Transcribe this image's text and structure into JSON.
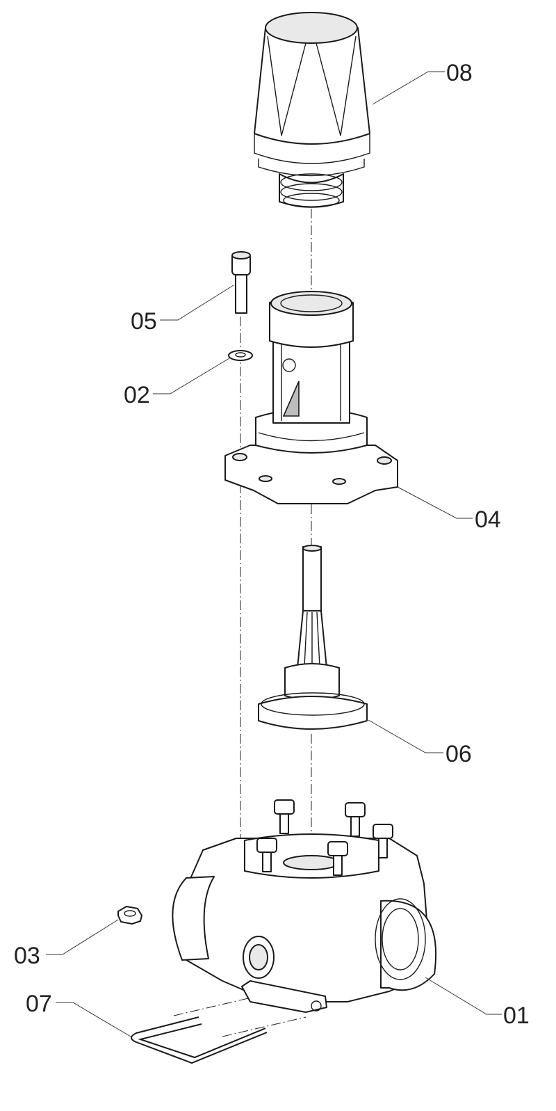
{
  "diagram": {
    "parts": [
      {
        "id": "cap",
        "label": "08"
      },
      {
        "id": "bolt",
        "label": "05"
      },
      {
        "id": "washer",
        "label": "02"
      },
      {
        "id": "bonnet",
        "label": "04"
      },
      {
        "id": "stem",
        "label": "06"
      },
      {
        "id": "nut",
        "label": "03"
      },
      {
        "id": "clip",
        "label": "07"
      },
      {
        "id": "body",
        "label": "01"
      }
    ]
  },
  "colors": {
    "line": "#1a1a1a",
    "fill": "#ffffff",
    "shade": "#e9e9e9"
  }
}
